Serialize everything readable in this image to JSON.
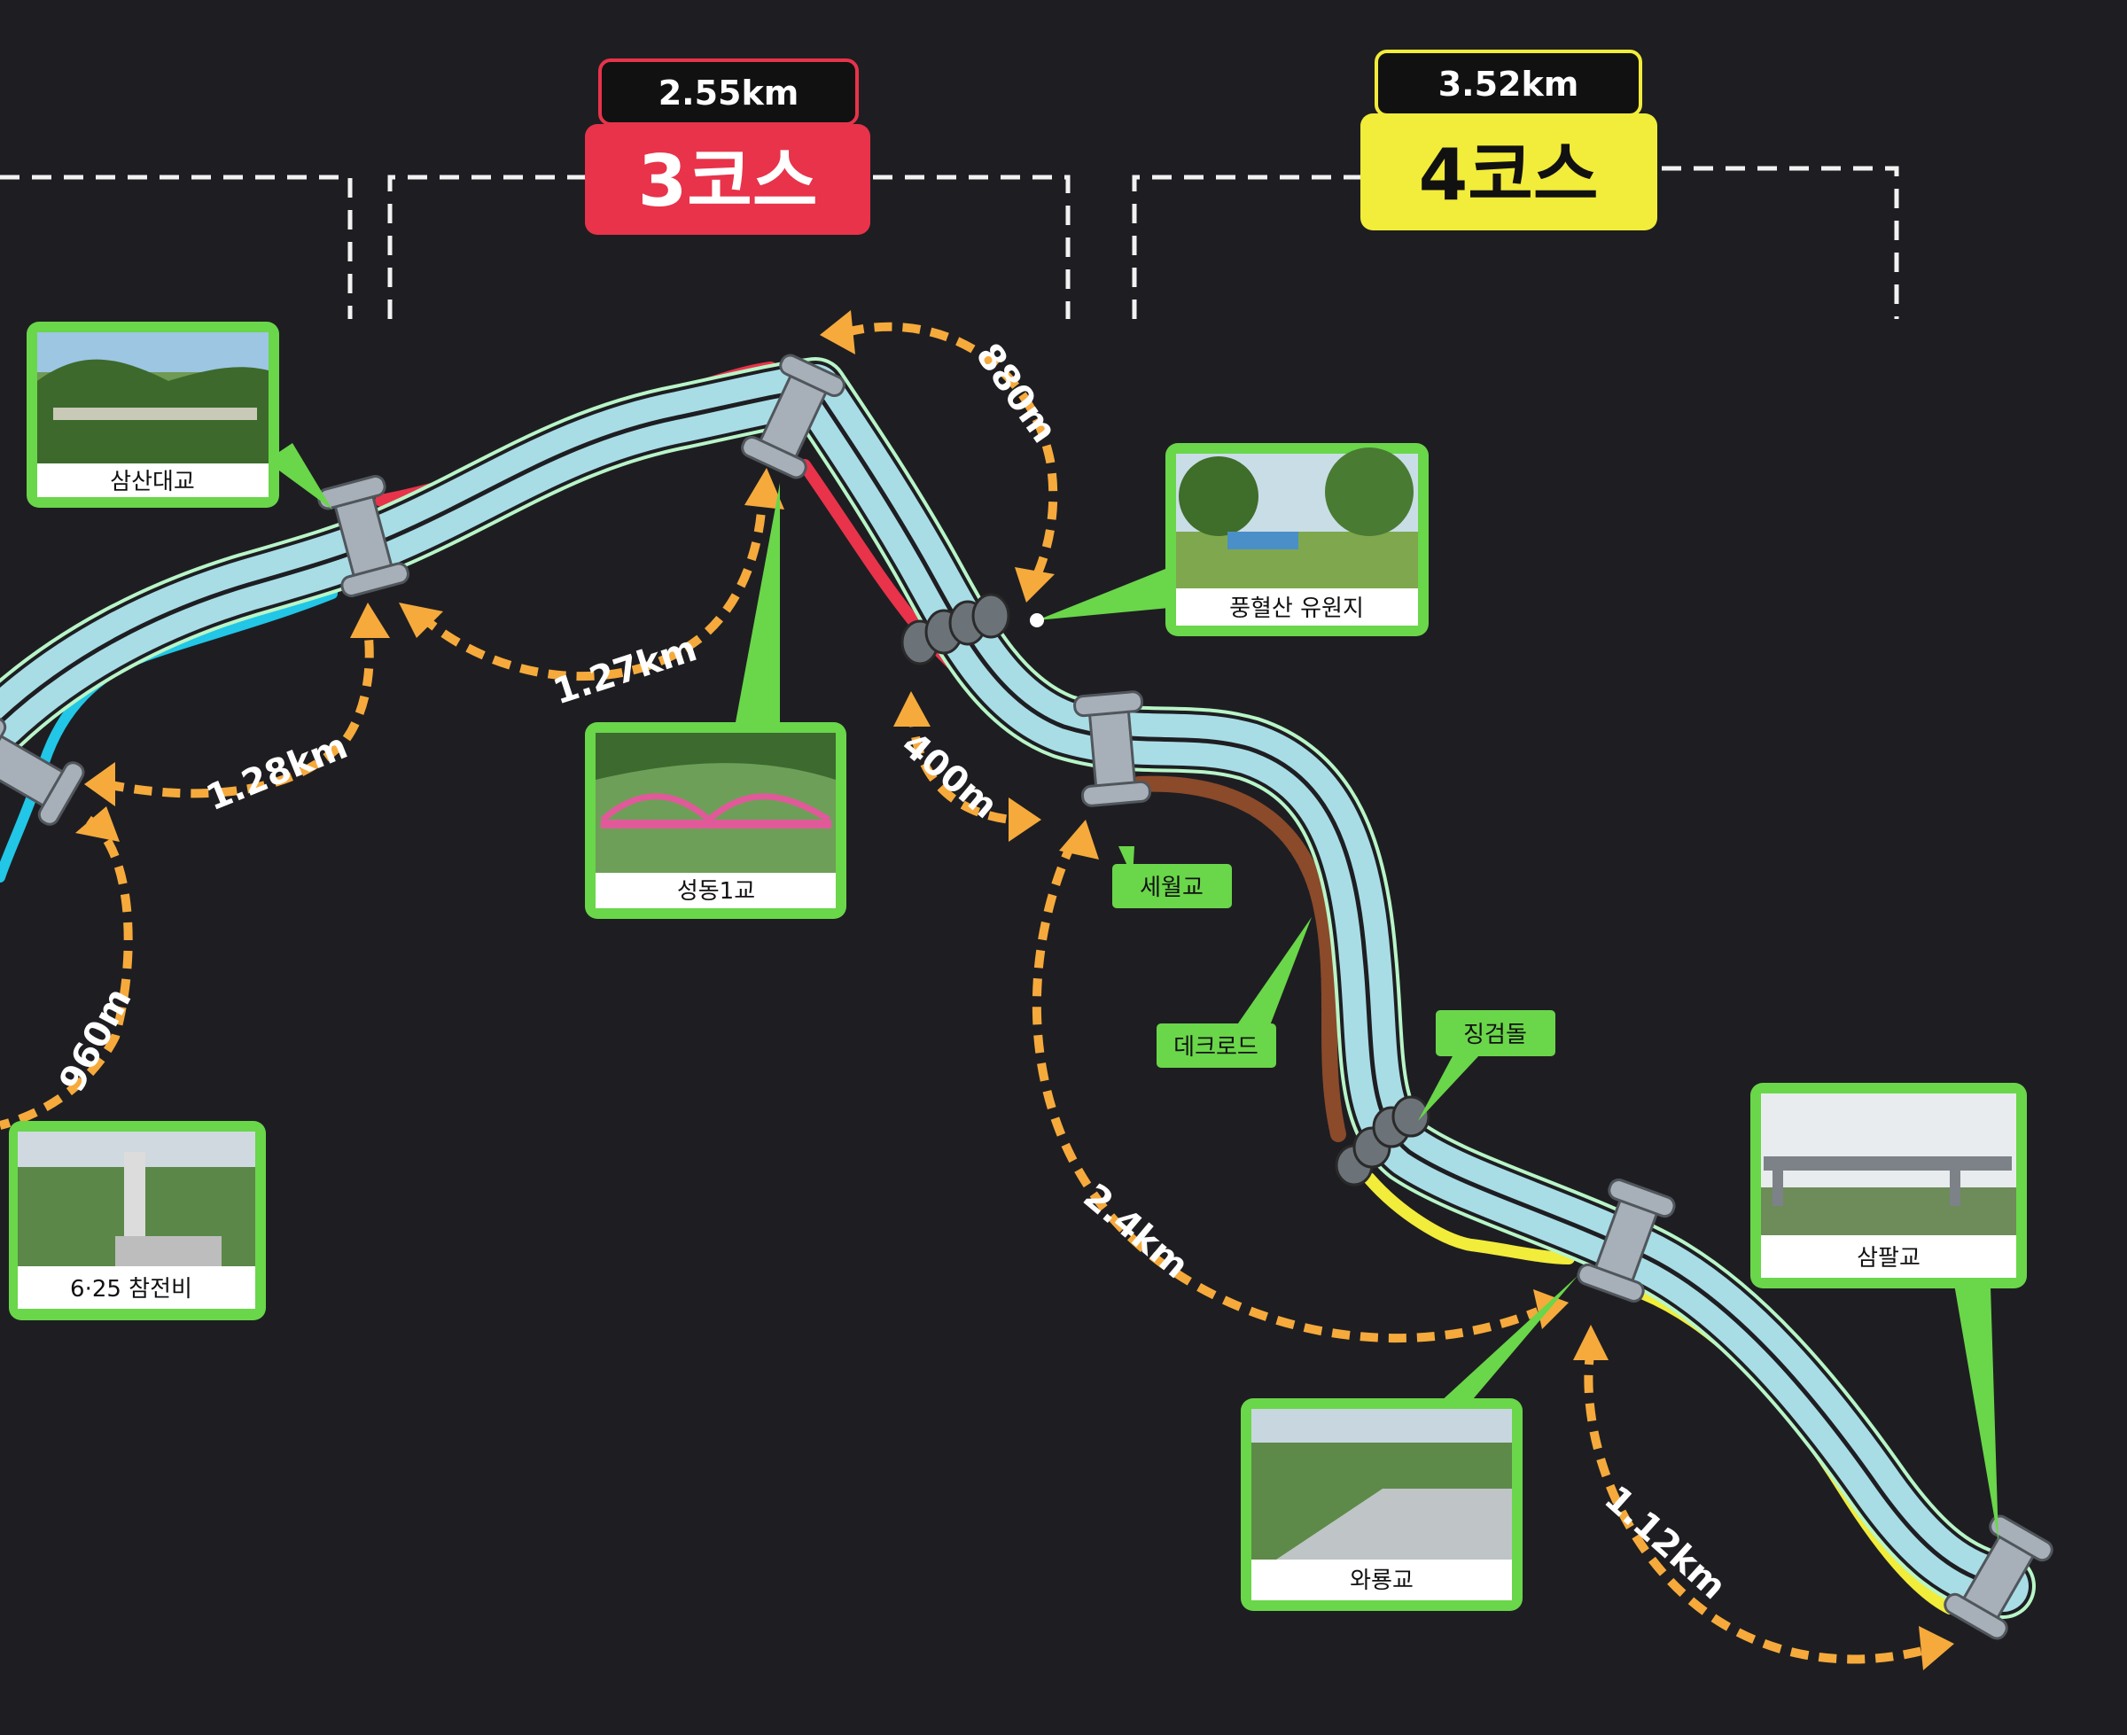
{
  "courses": [
    {
      "name": "3코스",
      "distance": "2.55km",
      "color": "#e8334a"
    },
    {
      "name": "4코스",
      "distance": "3.52km",
      "color": "#f2ec3a"
    }
  ],
  "distances": {
    "d960": "960m",
    "d128": "1.28km",
    "d127": "1.27km",
    "d880": "880m",
    "d400": "400m",
    "d24": "2.4km",
    "d112": "1.12km"
  },
  "photo_labels": {
    "samsan": "삼산대교",
    "pungyeol": "풍혈산 유원지",
    "seongdong": "성동1교",
    "memorial": "6·25 참전비",
    "sampal": "삼팔교",
    "waryong": "와룡교"
  },
  "tags": {
    "sewol": "세월교",
    "deck": "데크로드",
    "stepping": "징검돌"
  },
  "colors": {
    "background": "#1e1e22",
    "river": "#a8dde6",
    "river_outline": "#b8f5c8",
    "frame_green": "#6ad64a",
    "arrow_orange": "#f6aa3c",
    "deck_brown": "#8b4a2a",
    "path_cyan": "#22c6e6",
    "bridge_gray": "#a7b0b8"
  }
}
